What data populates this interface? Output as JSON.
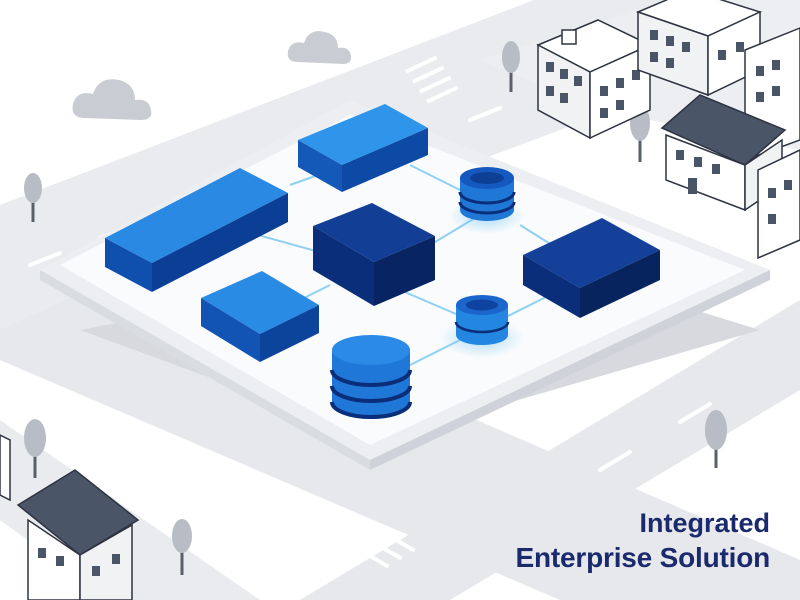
{
  "caption": {
    "line1": "Integrated",
    "line2": "Enterprise Solution"
  },
  "colors": {
    "primary_blue": "#1e7ad6",
    "dark_navy": "#0b2e7a",
    "light_blue_top": "#2f95ea",
    "connector": "#8fd0f0",
    "road": "#e4e6ea",
    "platform": "#f8f9fb",
    "text_navy": "#1a2a6c",
    "building_roof": "#4a5568"
  },
  "icons": [
    "cloud",
    "tree",
    "building",
    "house",
    "database-cylinder",
    "server-block"
  ]
}
